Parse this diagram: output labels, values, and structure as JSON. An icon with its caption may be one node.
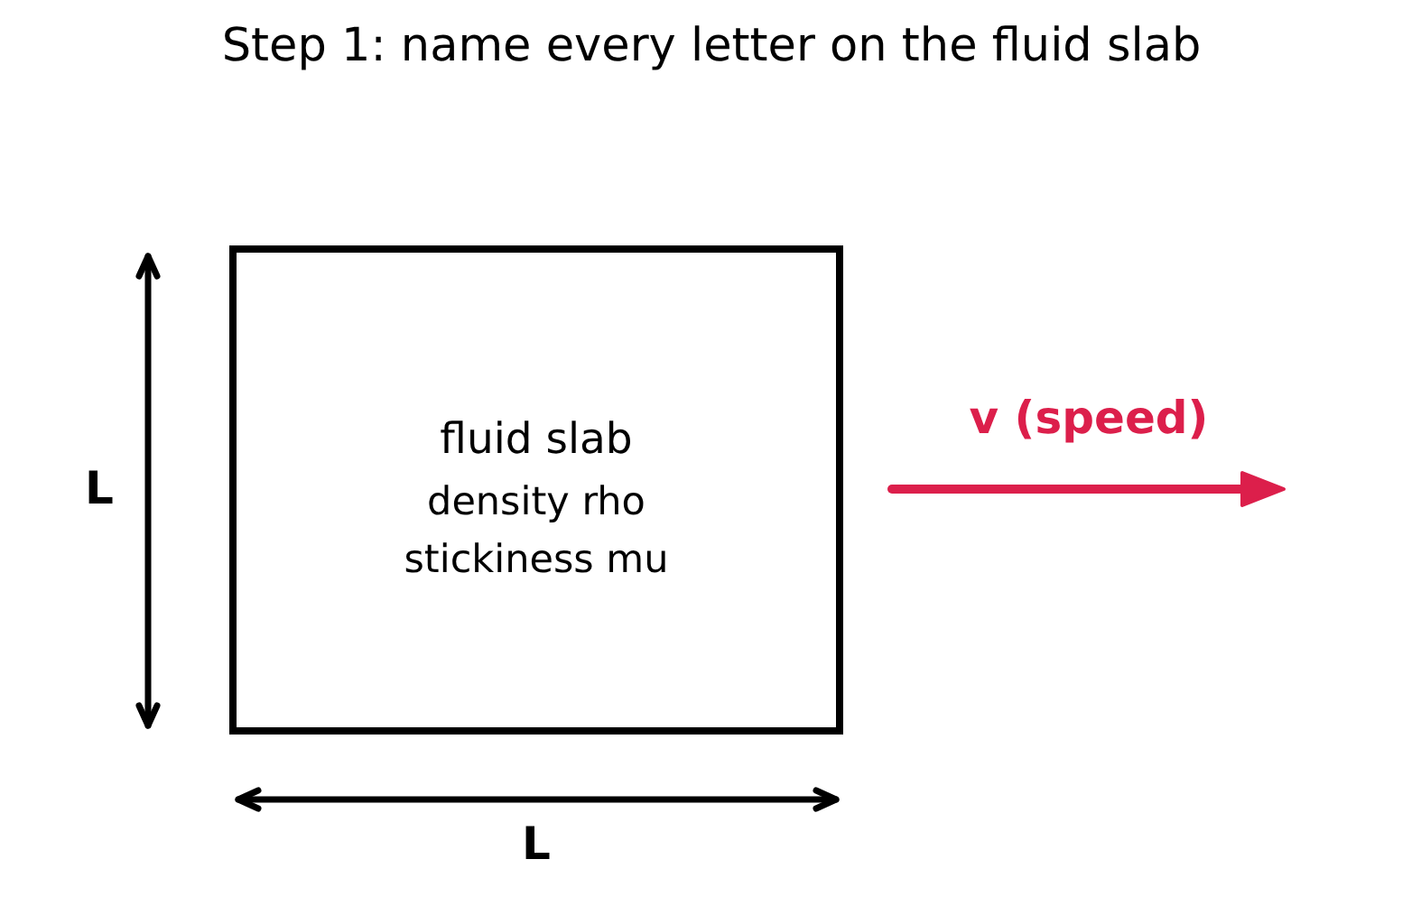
{
  "diagram": {
    "title": "Step 1: name every letter on the fluid slab",
    "nodes": [
      {
        "text": [
          "fluid slab",
          "density rho",
          "stickiness mu"
        ]
      }
    ],
    "labels": [
      "v (speed)",
      "L",
      "L"
    ]
  }
}
